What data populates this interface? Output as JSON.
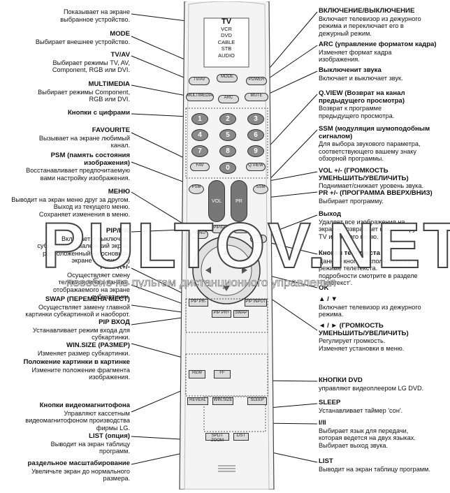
{
  "left": [
    {
      "title": "",
      "desc": "Показывает на экране\nвыбранное устройство."
    },
    {
      "title": "MODE",
      "desc": "Выбирает внешнее устройство."
    },
    {
      "title": "TV/AV",
      "desc": "Выбирает режимы TV, AV,\nComponent, RGB или DVI."
    },
    {
      "title": "MULTIMEDIA",
      "desc": "Выбирает режимы Component,\nRGB или DVI."
    },
    {
      "title": "Кнопки с цифрами",
      "desc": ""
    },
    {
      "title": "FAVOURITE",
      "desc": "Вызывает на экране любимый\nканал."
    },
    {
      "title": "PSM (память состояния\nизображения)",
      "desc": "Восстанавливает предпочитаемую\nвами настройку изображения."
    },
    {
      "title": "МЕНЮ",
      "desc": "Выводит на экран меню друг за другом.\nВыход из текущего меню.\nСохраняет изменения в меню."
    },
    {
      "title": "PIP/DW",
      "desc": "Включает и выключает\nсубкартинку (маленький экран,\nрасположенный на основном\nэкране телевизора)"
    },
    {
      "title": "PIP PR+/-",
      "desc": "Осуществляет смену\nтелевизионного канала,\nотображаемого на экране\nсубкартинки."
    },
    {
      "title": "SWAP (ПЕРЕМЕНА МЕСТ)",
      "desc": "Осуществляет замену главной\nкартинки субкартинкой и наоборот."
    },
    {
      "title": "PIP ВХОД",
      "desc": "Устанавливает режим входа для\nсубкартинки."
    },
    {
      "title": "WIN.SIZE (РАЗМЕР)",
      "desc": "Изменяет размер субкартинки."
    },
    {
      "title": "Положение картинки в картинке",
      "desc": "Измените положение фрагмента\nизображения."
    },
    {
      "title": "",
      "desc": ""
    },
    {
      "title": "Кнопки видеомагнитофона",
      "desc": "Управляют кассетным\nвидеомагнитофоном производства\nфирмы LG."
    },
    {
      "title": "LIST (опция)",
      "desc": "Выводит на экран таблицу\nпрограмм."
    },
    {
      "title": "раздельное масштабирование",
      "desc": "Увеличьте экран до нормального\nразмера."
    }
  ],
  "right": [
    {
      "title": "ВКЛЮЧЕНИЕ/ВЫКЛЮЧЕНИЕ",
      "desc": "Включает телевизор из дежурного\nрежима и переключает его в\nдежурный режим."
    },
    {
      "title": "ARC (управление форматом кадра)",
      "desc": "Изменяет формат кадра\nизображения."
    },
    {
      "title": "Выключенит звука",
      "desc": "Включает и выключает звук."
    },
    {
      "title": "Q.VIEW (Возврат на канал\nпредыдущего просмотра)",
      "desc": "Возврат к программе\nпредыдущего просмотра."
    },
    {
      "title": "SSM (модуляция шумоподобным\nсигналом)",
      "desc": "Для выбора звукового параметра,\nсоответствующего вашему знаку\nобзорной программы."
    },
    {
      "title": "VOL +/- (ГРОМКОСТЬ\nУМЕНЬШИТЬ/УВЕЛИЧИТЬ)",
      "desc": "Поднимает/снижает уровень звука."
    },
    {
      "title": "PR +/- (ПРОГРАММА ВВЕРХ/ВНИЗ)",
      "desc": "Выбирает программу."
    },
    {
      "title": "Выход",
      "desc": "Удаляет все изображения на\nэкран и возвращает к просмотру\nТV из любого меню."
    },
    {
      "title": "Кнопки телетекста",
      "desc": "Данные кнопки используются в\nрежиме телетекста.\nподробности смотрите в разделе\n'Телетекст'."
    },
    {
      "title": "OK",
      "desc": ""
    },
    {
      "title": "▲ / ▼",
      "desc": "Включает телевизор из дежурного\nрежима."
    },
    {
      "title": "◄ / ► (ГРОМКОСТЬ\nУМЕНЬШИТЬ/УВЕЛИЧИТЬ)",
      "desc": "Регулирует громкость.\nИзменяет установки в меню."
    },
    {
      "title": "КНОПКИ DVD",
      "desc": "управляют видеоплеером LG DVD."
    },
    {
      "title": "SLEEP",
      "desc": "Устанавливает таймер 'сон'."
    },
    {
      "title": "I/II",
      "desc": "Выбирает язык для передачи,\nкоторая ведется на двух языках.\nВыбирает выход звука."
    },
    {
      "title": "LIST",
      "desc": "Выводит на экран таблицу программ."
    }
  ],
  "remote": {
    "devices": [
      "TV",
      "VCR",
      "DVD",
      "CABLE",
      "STB",
      "AUDIO"
    ],
    "keys": {
      "tvav": "TV/AV",
      "mode": "MODE",
      "power": "POWER",
      "multimedia": "MULTIMEDIA",
      "arc": "ARC",
      "mute": "MUTE",
      "psm": "PSM",
      "ssm": "SSM",
      "vol": "VOL",
      "pr": "PR",
      "menu": "MENU",
      "pipdw": "PIP/DW",
      "text": "TEXT",
      "exit": "EXIT",
      "pippr": "PIP PR-",
      "pippr2": "PIP PR+",
      "swap": "SWAP",
      "pipinput": "PIP INPUT",
      "winsize": "WIN.SIZE",
      "reveal": "REVEAL",
      "sleep": "SLEEP",
      "list": "LIST",
      "splitzoom": "SPLIT ZOOM",
      "rew": "REW",
      "ff": "FF",
      "fav": "FAV",
      "qview": "Q.VIEW"
    },
    "numbers": [
      "1",
      "2",
      "3",
      "4",
      "5",
      "6",
      "7",
      "8",
      "9",
      "0"
    ]
  },
  "watermark": {
    "title": "PULTOV.NET",
    "subtitle": "пособие по пультам дистанционного управления"
  }
}
